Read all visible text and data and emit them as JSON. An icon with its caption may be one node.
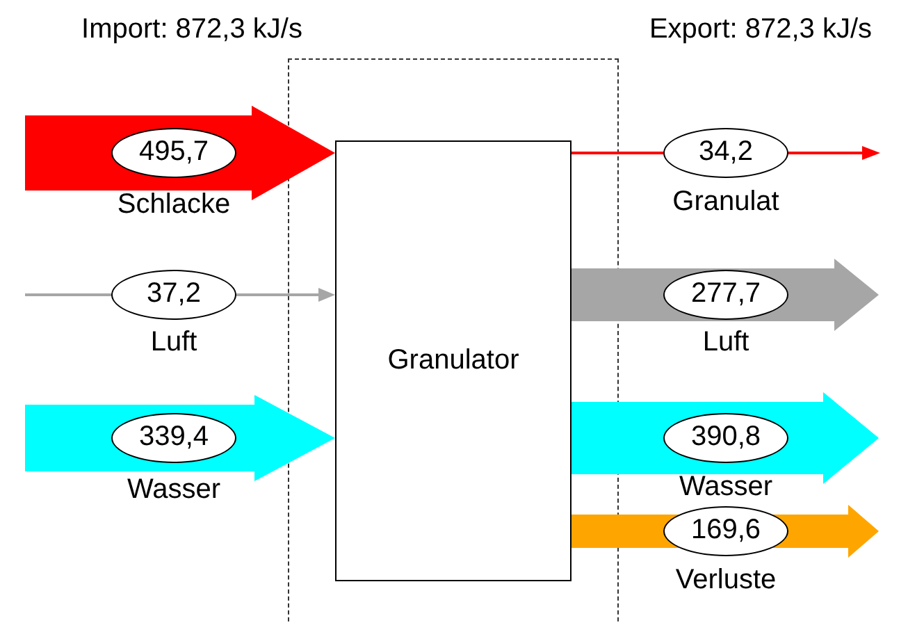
{
  "diagram": {
    "nodes": [
      {
        "text": [],
        "shape": "box"
      },
      {
        "text": [
          "Granulator"
        ],
        "in": 0
      }
    ],
    "edges": [
      {
        "from": null,
        "to": 1,
        "arrow": "to",
        "label": "495,7",
        "color": "#ff0000"
      },
      {
        "from": null,
        "to": 1,
        "arrow": "to",
        "label": "37,2",
        "color": "#a6a6a6"
      },
      {
        "from": null,
        "to": 1,
        "arrow": "to",
        "label": "339,4",
        "color": "#00ffff"
      },
      {
        "from": 1,
        "to": null,
        "arrow": "to",
        "label": "34,2",
        "color": "#ff0000"
      },
      {
        "from": 1,
        "to": null,
        "arrow": "to",
        "label": "277,7",
        "color": "#a6a6a6"
      },
      {
        "from": 1,
        "to": null,
        "arrow": "to",
        "label": "390,8",
        "color": "#00ffff"
      },
      {
        "from": 1,
        "to": null,
        "arrow": "to",
        "label": "169,6",
        "color": "#ffa500"
      }
    ],
    "labels": [
      "Import: 872,3 kJ/s",
      "Export: 872,3 kJ/s",
      "Schlacke",
      "Granulat",
      "Luft",
      "Luft",
      "Wasser",
      "Wasser",
      "Verluste"
    ]
  }
}
